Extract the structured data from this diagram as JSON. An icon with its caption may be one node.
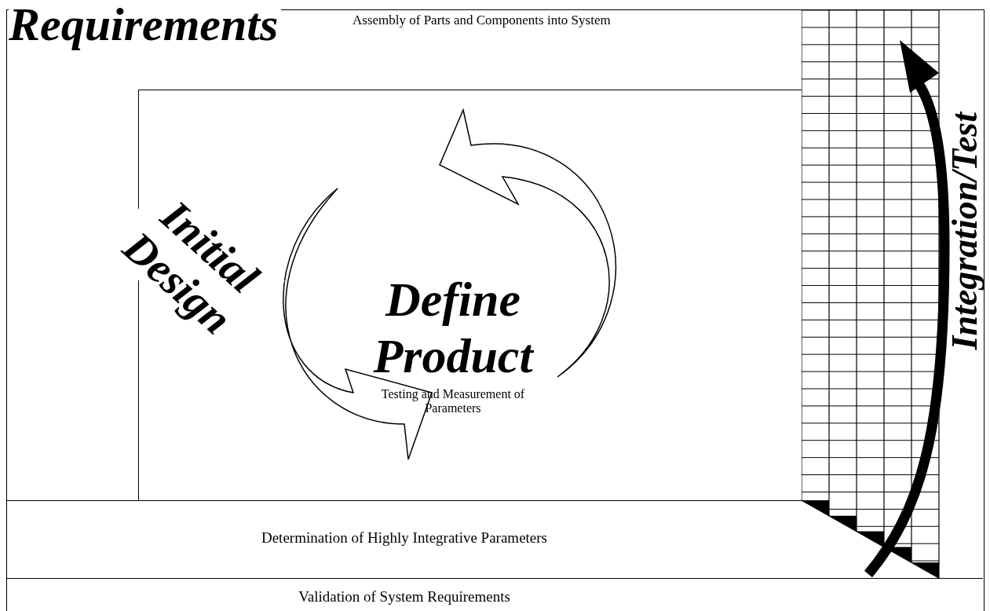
{
  "diagram": {
    "nodes": [
      {
        "text": [
          "Requirements",
          "Assembly of Parts and Components into System"
        ]
      },
      {
        "text": [
          "Initial Design"
        ],
        "in": 0
      },
      {
        "text": [
          "Define Product",
          "Testing and Measurement of Parameters"
        ],
        "in": 1
      },
      {
        "text": [
          "Determination of Highly Integrative Parameters"
        ],
        "in": 0
      },
      {
        "text": [
          "Validation of System Requirements"
        ],
        "in": 0
      },
      {
        "text": [
          "Integration/Test"
        ],
        "in": 0
      }
    ]
  }
}
